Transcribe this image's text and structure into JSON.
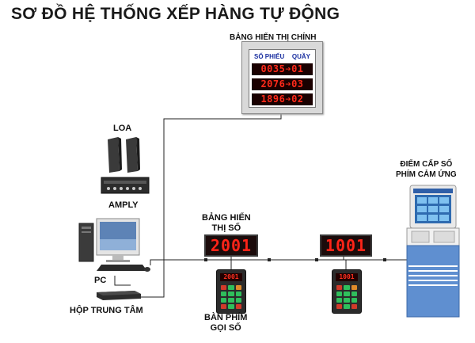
{
  "title": "SƠ ĐỒ HỆ THỐNG XẾP HÀNG TỰ ĐỘNG",
  "main_board": {
    "label": "BẢNG HIỂN THỊ CHÍNH",
    "header_left": "SỐ PHIẾU",
    "header_right": "QUẦY",
    "rows": [
      "0035➔01",
      "2076➔03",
      "1896➔02"
    ]
  },
  "speaker_label": "LOA",
  "amplifier_label": "AMPLY",
  "pc_label": "PC",
  "central_box_label": "HỘP TRUNG TÂM",
  "counter_display_label_1": "BẢNG HIỂN",
  "counter_display_label_2": "THỊ SỐ",
  "counter_display_1": "2001",
  "counter_display_2": "1001",
  "keypad_label_1": "BÀN PHÍM",
  "keypad_label_2": "GỌI SỐ",
  "keypad_1_display": "2001",
  "keypad_2_display": "1001",
  "kiosk_label_1": "ĐIỂM CẤP SỐ",
  "kiosk_label_2": "PHÍM CẢM ỨNG",
  "colors": {
    "led": "#ff2418",
    "wire": "#222222",
    "board_header": "#1a2fa0",
    "kiosk_body": "#5f8fd0"
  }
}
